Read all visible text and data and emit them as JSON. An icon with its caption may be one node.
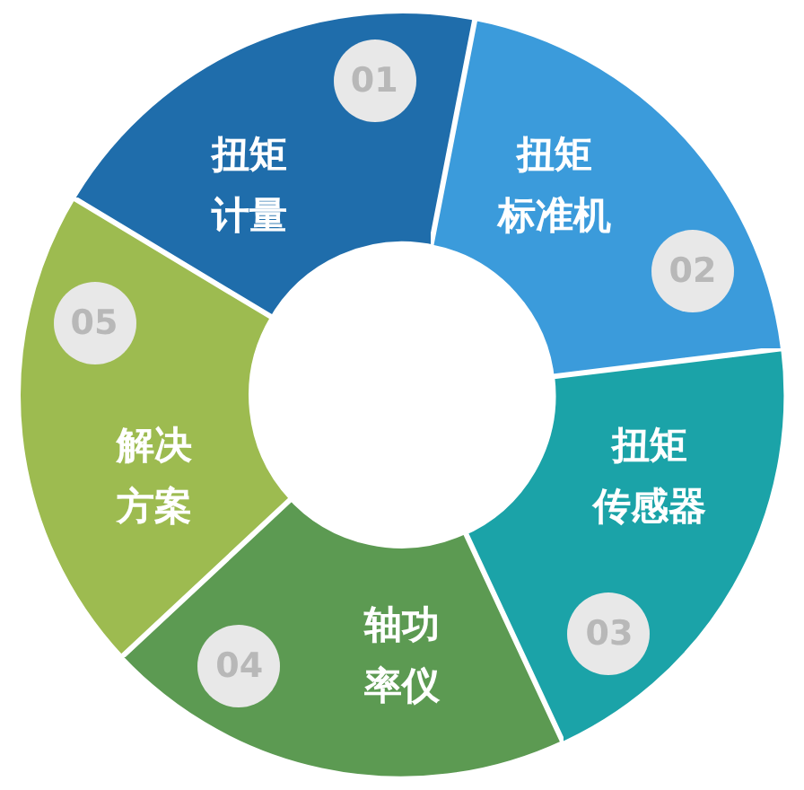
{
  "diagram": {
    "nodes": [
      {
        "text": [
          "扭矩计量"
        ]
      },
      {
        "text": [
          "01"
        ],
        "in": 0
      },
      {
        "text": [
          "扭矩标准机"
        ]
      },
      {
        "text": [
          "02"
        ],
        "in": 2
      },
      {
        "text": [
          "扭矩传感器"
        ]
      },
      {
        "text": [
          "03"
        ],
        "in": 4
      },
      {
        "text": [
          "轴功率仪"
        ]
      },
      {
        "text": [
          "04"
        ],
        "in": 6
      },
      {
        "text": [
          "解决方案"
        ]
      },
      {
        "text": [
          "05"
        ],
        "in": 8
      }
    ]
  }
}
